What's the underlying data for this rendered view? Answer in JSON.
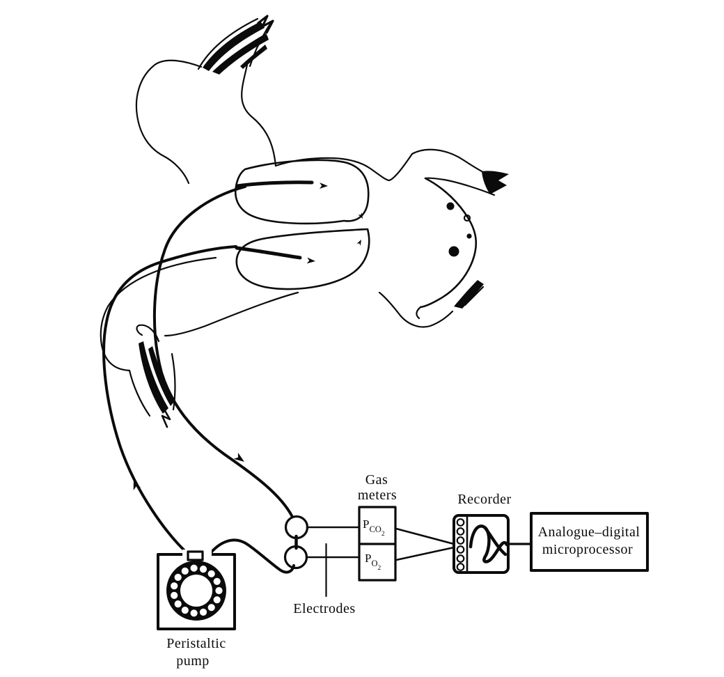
{
  "figure": {
    "pump": {
      "label_line1": "Peristaltic",
      "label_line2": "pump"
    },
    "electrodes": {
      "label": "Electrodes"
    },
    "gas_meters": {
      "title_line1": "Gas",
      "title_line2": "meters",
      "channels": [
        {
          "symbol": "P",
          "sub": "CO",
          "sub_index": "2"
        },
        {
          "symbol": "P",
          "sub": "O",
          "sub_index": "2"
        }
      ]
    },
    "recorder": {
      "label": "Recorder"
    },
    "processor": {
      "label_line1": "Analogue–digital",
      "label_line2": "microprocessor"
    }
  },
  "colors": {
    "ink": "#0b0b0b",
    "background": "#ffffff"
  }
}
